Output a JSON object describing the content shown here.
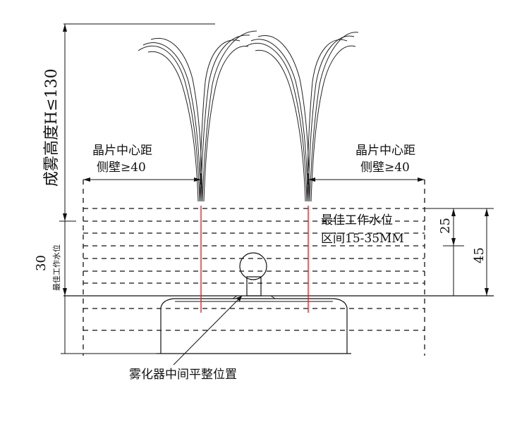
{
  "labels": {
    "chip_distance_left_line1": "晶片中心距",
    "chip_distance_left_line2": "侧壁≥40",
    "chip_distance_right_line1": "晶片中心距",
    "chip_distance_right_line2": "侧壁≥40",
    "best_water_level_line1": "最佳工作水位",
    "best_water_level_line2": "区间15-35MM",
    "mist_height": "成雾高度H≤130",
    "left_30_value": "30",
    "left_30_caption": "最佳工作水位",
    "dim_25": "25",
    "dim_45": "45",
    "atomizer_note": "雾化器中间平整位置"
  },
  "colors": {
    "lines": "#111111",
    "centerlines": "#e0252a",
    "background": "#ffffff"
  }
}
